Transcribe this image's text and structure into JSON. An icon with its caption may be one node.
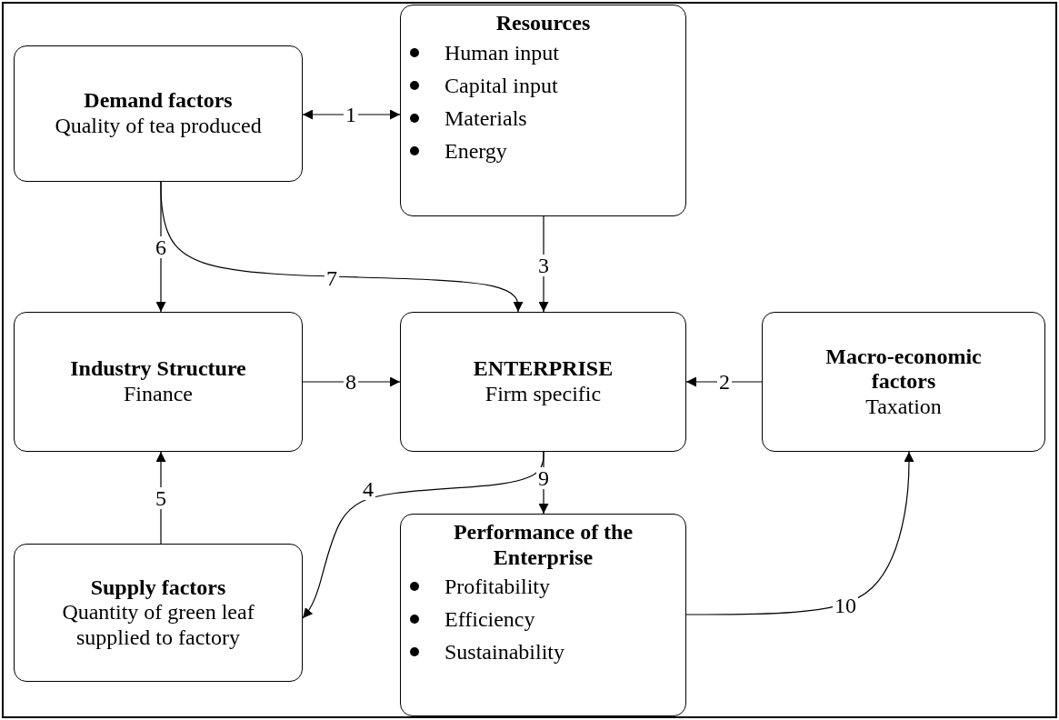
{
  "diagram": {
    "nodes": [
      {
        "text": [
          "Demand factors",
          "Quality of tea produced"
        ]
      },
      {
        "text": [
          "Resources",
          "Human input",
          "Capital input",
          "Materials",
          "Energy"
        ]
      },
      {
        "text": [
          "Industry Structure",
          "Finance"
        ]
      },
      {
        "text": [
          "ENTERPRISE",
          "Firm specific"
        ]
      },
      {
        "text": [
          "Macro-economic factors",
          "Taxation"
        ]
      },
      {
        "text": [
          "Supply factors",
          "Quantity of green leaf supplied to factory"
        ]
      },
      {
        "text": [
          "Performance of the Enterprise",
          "Profitability",
          "Efficiency",
          "Sustainability"
        ]
      }
    ],
    "edges": [
      {
        "from": 0,
        "to": 1,
        "arrow": "both",
        "label": "1"
      },
      {
        "from": 1,
        "to": 3,
        "arrow": "to",
        "label": "3"
      },
      {
        "from": 0,
        "to": 2,
        "arrow": "to",
        "label": "6"
      },
      {
        "from": 0,
        "to": 3,
        "arrow": "to",
        "label": "7"
      },
      {
        "from": 2,
        "to": 3,
        "arrow": "to",
        "label": "8"
      },
      {
        "from": 4,
        "to": 3,
        "arrow": "to",
        "label": "2"
      },
      {
        "from": 3,
        "to": 5,
        "arrow": "to",
        "label": "4"
      },
      {
        "from": 3,
        "to": 6,
        "arrow": "to",
        "label": "9"
      },
      {
        "from": 5,
        "to": 2,
        "arrow": "to",
        "label": "5"
      },
      {
        "from": 6,
        "to": 4,
        "arrow": "to",
        "label": "10"
      }
    ]
  }
}
